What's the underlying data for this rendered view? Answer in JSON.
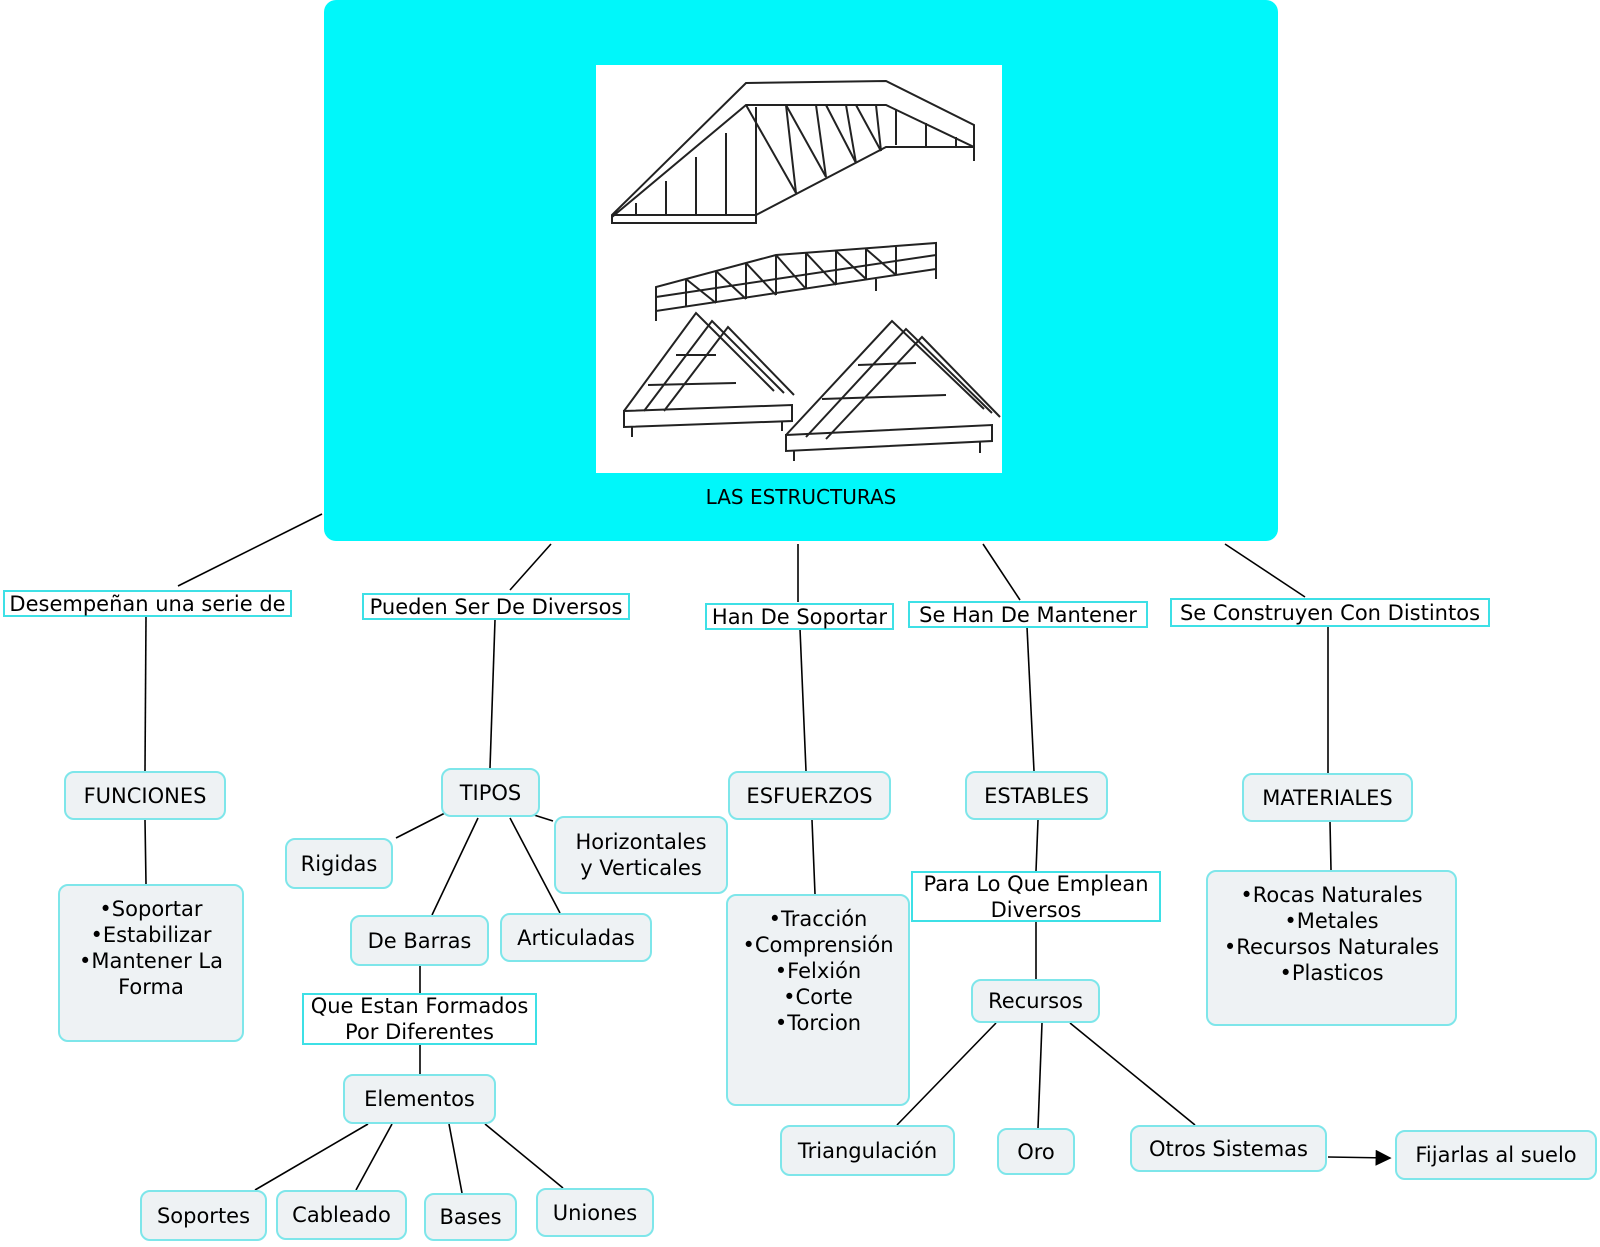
{
  "root": {
    "title": "LAS ESTRUCTURAS",
    "image": "roof-truss-structures-drawing"
  },
  "links": {
    "desempenan": "Desempeñan una serie de",
    "pueden_ser": "Pueden Ser De Diversos",
    "han_de_soportar": "Han De Soportar",
    "se_han_de_mantener": "Se Han De Mantener",
    "se_construyen": "Se Construyen Con Distintos",
    "para_lo_que": "Para Lo Que Emplean\nDiversos",
    "que_estan": "Que Estan Formados\nPor Diferentes"
  },
  "concepts": {
    "funciones": "FUNCIONES",
    "funciones_list": "•Soportar\n•Estabilizar\n•Mantener La\nForma",
    "tipos": "TIPOS",
    "rigidas": "Rigidas",
    "horizontales": "Horizontales\ny Verticales",
    "de_barras": "De Barras",
    "articuladas": "Articuladas",
    "elementos": "Elementos",
    "soportes": "Soportes",
    "cableado": "Cableado",
    "bases": "Bases",
    "uniones": "Uniones",
    "esfuerzos": "ESFUERZOS",
    "esfuerzos_list": "•Tracción\n•Comprensión\n•Felxión\n•Corte\n•Torcion",
    "estables": "ESTABLES",
    "recursos": "Recursos",
    "triangulacion": "Triangulación",
    "oro": "Oro",
    "otros_sistemas": "Otros Sistemas",
    "fijarlas": "Fijarlas al suelo",
    "materiales": "MATERIALES",
    "materiales_list": "•Rocas Naturales\n•Metales\n•Recursos Naturales\n•Plasticos"
  },
  "colors": {
    "root_fill": "#00f7fa",
    "concept_fill": "#eef2f4",
    "concept_border": "#7ee6ea",
    "link_border": "#3ee0e6"
  }
}
